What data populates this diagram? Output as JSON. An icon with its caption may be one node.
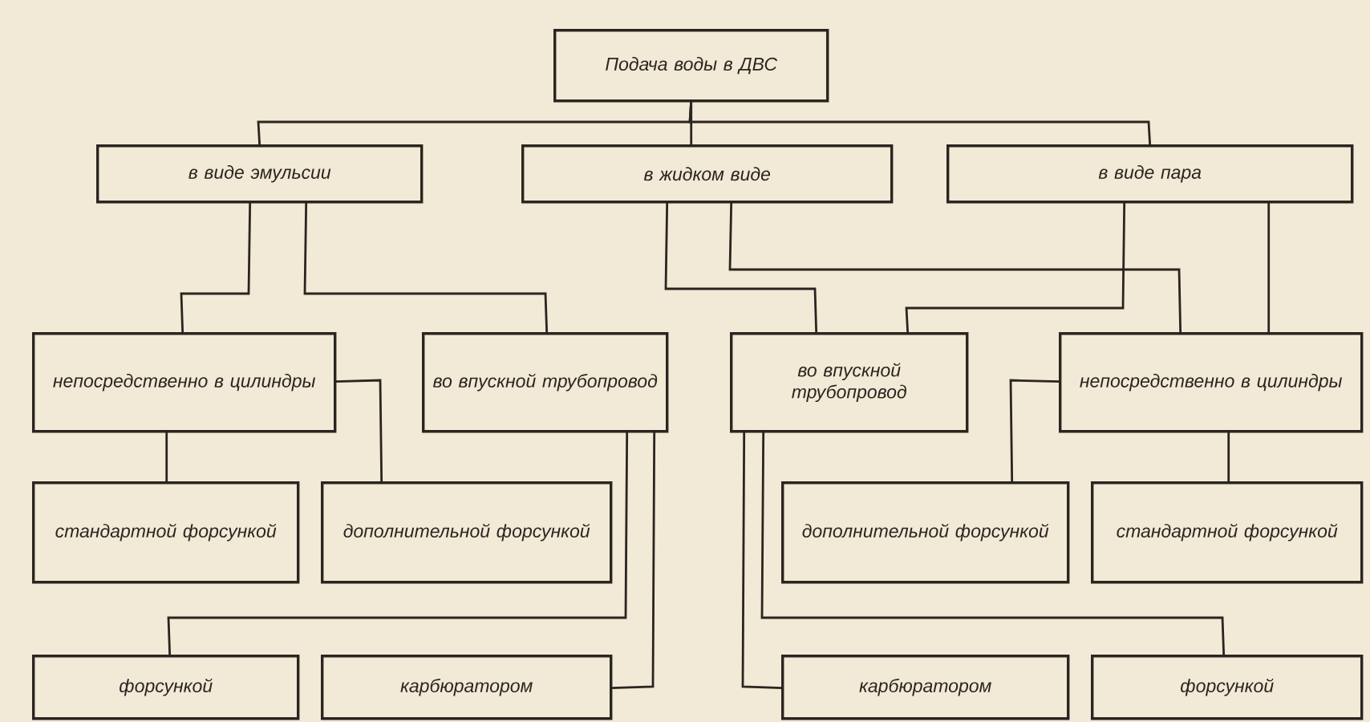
{
  "diagram": {
    "nodes": [
      {
        "text": [
          "Подача воды в ДВС"
        ]
      },
      {
        "text": [
          "в виде эмульсии"
        ]
      },
      {
        "text": [
          "в жидком виде"
        ]
      },
      {
        "text": [
          "в виде пара"
        ]
      },
      {
        "text": [
          "непосредственно в цилиндры"
        ]
      },
      {
        "text": [
          "во впускной трубопровод"
        ]
      },
      {
        "text": [
          "во впускной трубопровод"
        ]
      },
      {
        "text": [
          "непосредственно в цилиндры"
        ]
      },
      {
        "text": [
          "стандартной форсункой"
        ]
      },
      {
        "text": [
          "дополнительной форсункой"
        ]
      },
      {
        "text": [
          "дополнительной форсункой"
        ]
      },
      {
        "text": [
          "стандартной форсункой"
        ]
      },
      {
        "text": [
          "форсункой"
        ]
      },
      {
        "text": [
          "карбюратором"
        ]
      },
      {
        "text": [
          "карбюратором"
        ]
      },
      {
        "text": [
          "форсункой"
        ]
      }
    ],
    "edges": [
      {
        "from": 0,
        "to": 1,
        "arrow": "none"
      },
      {
        "from": 0,
        "to": 2,
        "arrow": "none"
      },
      {
        "from": 0,
        "to": 3,
        "arrow": "none"
      },
      {
        "from": 1,
        "to": 4,
        "arrow": "none"
      },
      {
        "from": 1,
        "to": 5,
        "arrow": "none"
      },
      {
        "from": 2,
        "to": 6,
        "arrow": "none"
      },
      {
        "from": 2,
        "to": 7,
        "arrow": "none"
      },
      {
        "from": 3,
        "to": 6,
        "arrow": "none"
      },
      {
        "from": 3,
        "to": 7,
        "arrow": "none"
      },
      {
        "from": 4,
        "to": 8,
        "arrow": "none"
      },
      {
        "from": 4,
        "to": 9,
        "arrow": "none"
      },
      {
        "from": 5,
        "to": 12,
        "arrow": "none"
      },
      {
        "from": 5,
        "to": 13,
        "arrow": "none"
      },
      {
        "from": 6,
        "to": 14,
        "arrow": "none"
      },
      {
        "from": 6,
        "to": 15,
        "arrow": "none"
      },
      {
        "from": 7,
        "to": 10,
        "arrow": "none"
      },
      {
        "from": 7,
        "to": 11,
        "arrow": "none"
      }
    ]
  }
}
